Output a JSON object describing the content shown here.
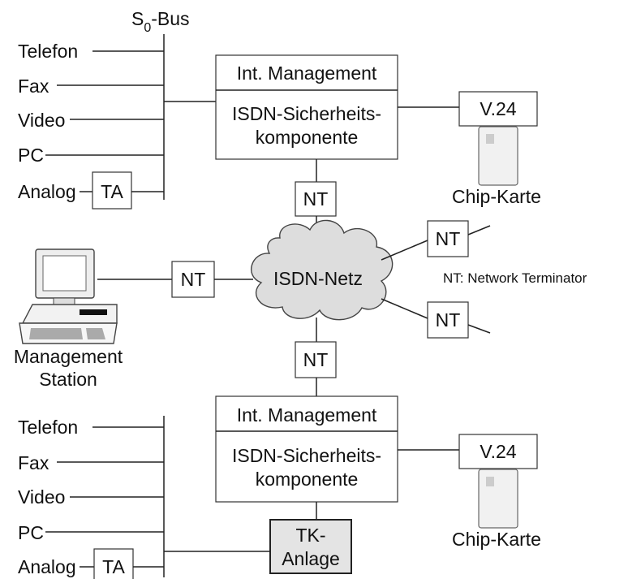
{
  "bus_label": {
    "main": "S",
    "sub": "0",
    "rest": "-Bus"
  },
  "top_devices": [
    "Telefon",
    "Fax",
    "Video",
    "PC",
    "Analog"
  ],
  "bottom_devices": [
    "Telefon",
    "Fax",
    "Video",
    "PC",
    "Analog"
  ],
  "adapter_label": "TA",
  "top_component": {
    "header": "Int. Management",
    "line1": "ISDN-Sicherheits-",
    "line2": "komponente"
  },
  "bottom_component": {
    "header": "Int. Management",
    "line1": "ISDN-Sicherheits-",
    "line2": "komponente"
  },
  "serial_label": "V.24",
  "chipcard_label": "Chip-Karte",
  "nt_label": "NT",
  "network_label": "ISDN-Netz",
  "legend": "NT: Network Terminator",
  "station_label": {
    "line1": "Management",
    "line2": "Station"
  },
  "pbx_label": {
    "line1": "TK-",
    "line2": "Anlage"
  }
}
